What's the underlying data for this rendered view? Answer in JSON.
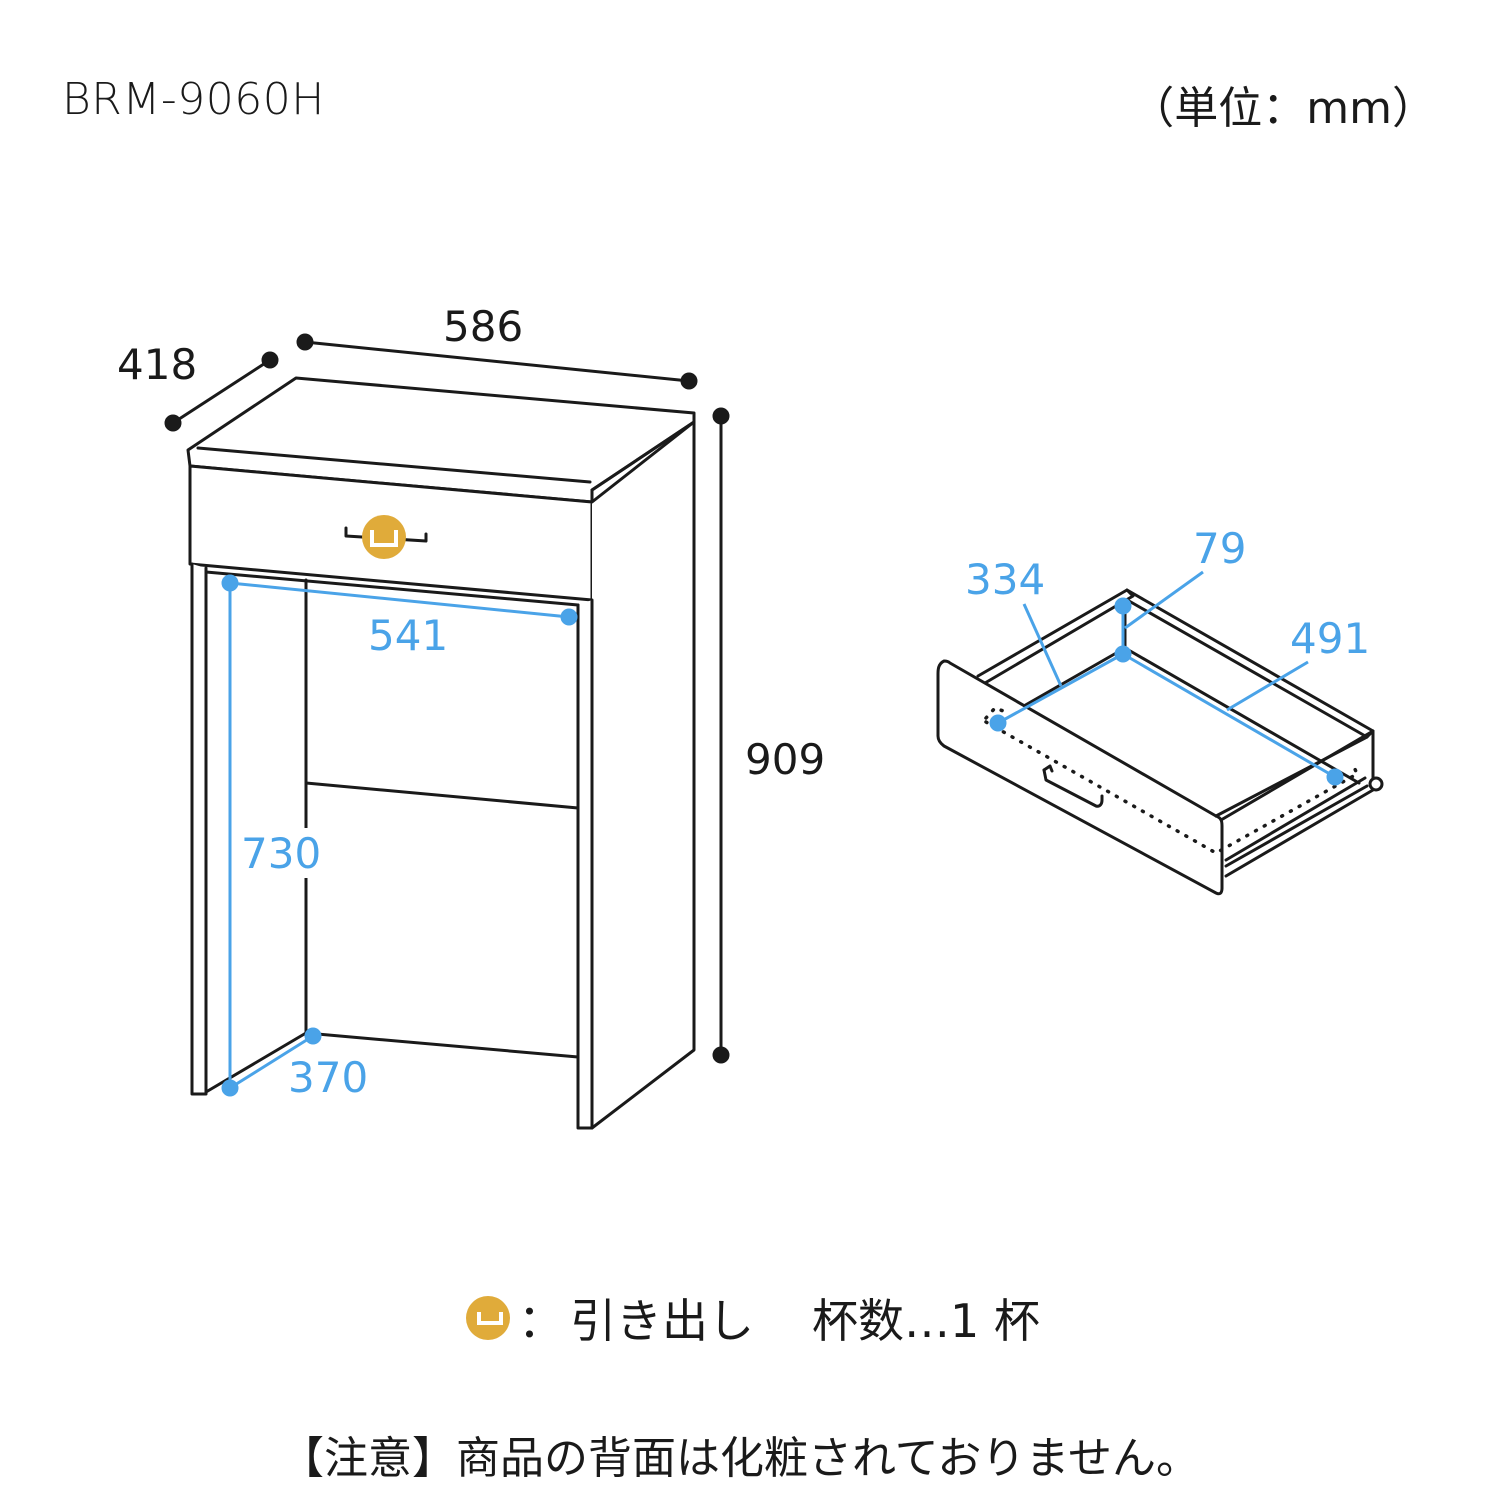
{
  "header": {
    "model_number": "BRM-9060H",
    "unit_label": "（単位：mm）"
  },
  "cabinet": {
    "outer_dimensions": {
      "depth": "418",
      "width": "586",
      "height": "909"
    },
    "inner_dimensions": {
      "width": "541",
      "height": "730",
      "depth": "370"
    }
  },
  "drawer": {
    "inner_dimensions": {
      "width": "334",
      "height": "79",
      "depth": "491"
    }
  },
  "legend": {
    "icon": "drawer-handle-icon",
    "separator": "：",
    "label": "引き出し",
    "count_label": "杯数…1 杯"
  },
  "note": {
    "text": "【注意】商品の背面は化粧されておりません。"
  },
  "colors": {
    "line": "#1a1a1a",
    "dimension_blue": "#4aa3e8",
    "drawer_icon_gold": "#e0ab3a",
    "background": "#ffffff"
  }
}
